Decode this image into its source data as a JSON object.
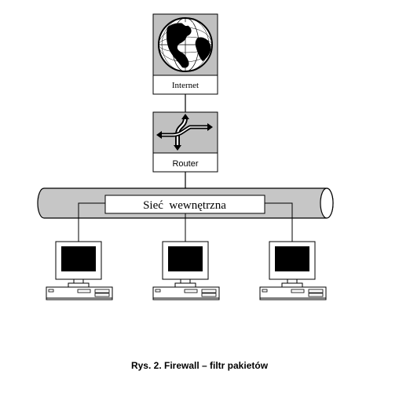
{
  "diagram": {
    "internet_label": "Internet",
    "router_label": "Router",
    "network_label": "Sieć  wewnętrzna",
    "caption": "Rys. 2. Firewall – filtr pakietów"
  },
  "icons": {
    "globe": "globe-icon",
    "router": "router-arrows-icon",
    "computer": "desktop-computer-icon"
  },
  "colors": {
    "box_fill": "#c0c0c0",
    "pipe_fill": "#c6c6c6",
    "screen": "#000000",
    "outline": "#000000"
  }
}
